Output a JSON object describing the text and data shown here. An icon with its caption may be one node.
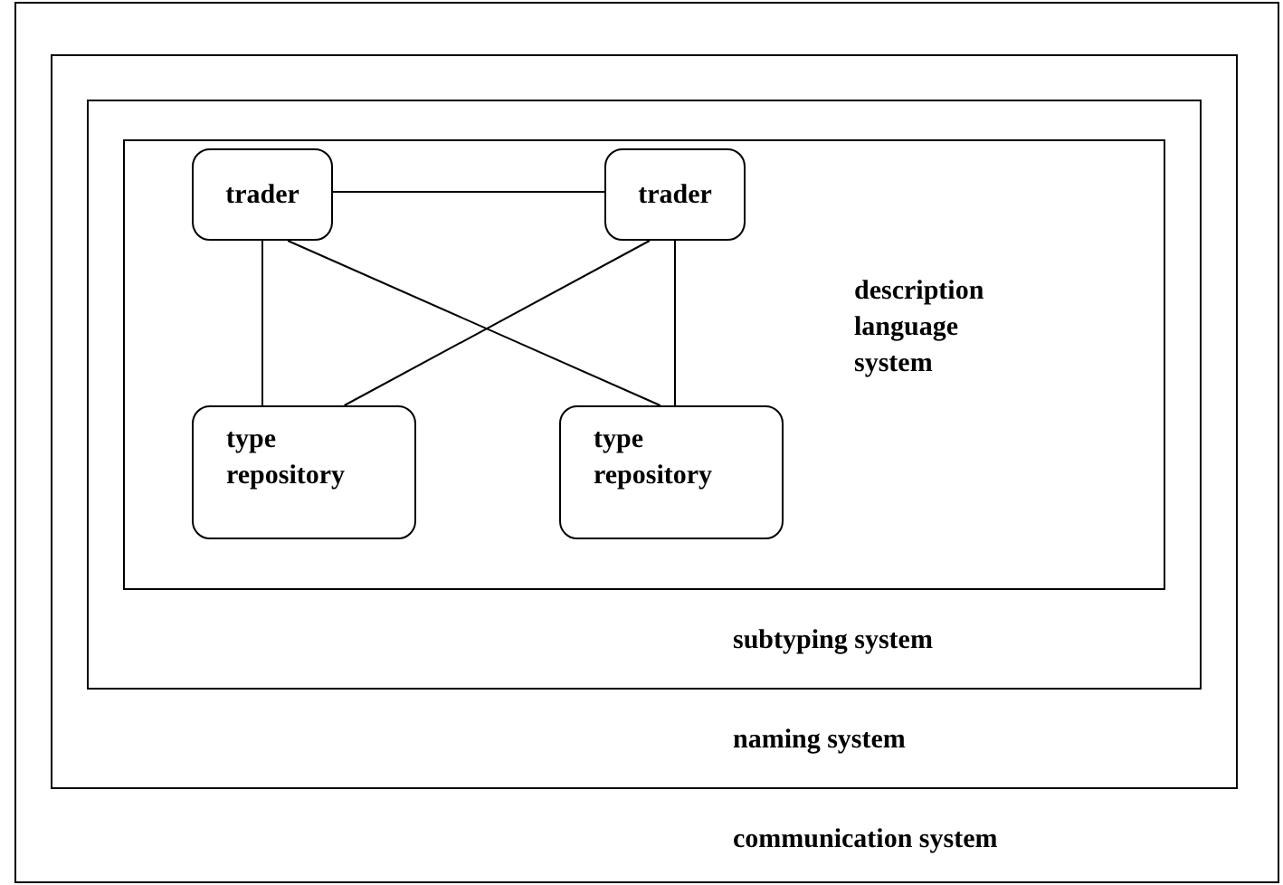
{
  "diagram": {
    "nodes": [
      {
        "text": [
          "communication system"
        ]
      },
      {
        "text": [
          "naming system"
        ],
        "in": 0
      },
      {
        "text": [
          "subtyping system"
        ],
        "in": 1
      },
      {
        "text": [
          "description language system"
        ],
        "in": 2
      },
      {
        "text": [
          "trader"
        ],
        "in": 3
      },
      {
        "text": [
          "trader"
        ],
        "in": 3
      },
      {
        "text": [
          "type repository"
        ],
        "in": 3
      },
      {
        "text": [
          "type repository"
        ],
        "in": 3
      }
    ],
    "edges": [
      {
        "from": 4,
        "to": 5,
        "arrow": "none"
      },
      {
        "from": 4,
        "to": 6,
        "arrow": "none"
      },
      {
        "from": 4,
        "to": 7,
        "arrow": "none"
      },
      {
        "from": 5,
        "to": 6,
        "arrow": "none"
      },
      {
        "from": 5,
        "to": 7,
        "arrow": "none"
      }
    ]
  }
}
